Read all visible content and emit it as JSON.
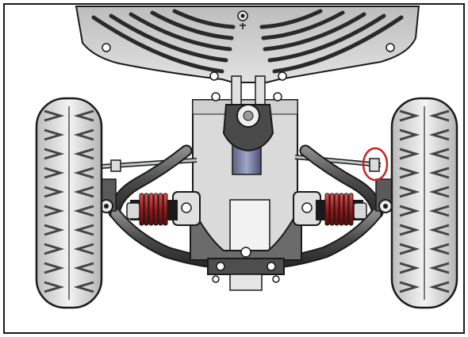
{
  "figure": {
    "type": "mechanical-cad-drawing",
    "view": "front",
    "style": "shaded-grayscale-with-black-outlines",
    "wheel_count": 2,
    "coil_spring_count": 2,
    "highlight_count": 1
  },
  "colors": {
    "background": "#ffffff",
    "frame": "#1a1a1a",
    "tire": "#e4e4e4",
    "tire_tread": "#555555",
    "deck": "#cfcfcf",
    "tube": "#5c5c5c",
    "bracket_plate": "#6e6e6e",
    "center_plate": "#d9d9d9",
    "spring": "#b32020",
    "tie_rod": "#c2c6c6",
    "pivot_shaft": "#8a8fb0",
    "highlight_circle": "#cc2222"
  },
  "icons": {
    "deck_mark": "grease-fitting-icon",
    "highlight": "callout-circle-icon"
  }
}
